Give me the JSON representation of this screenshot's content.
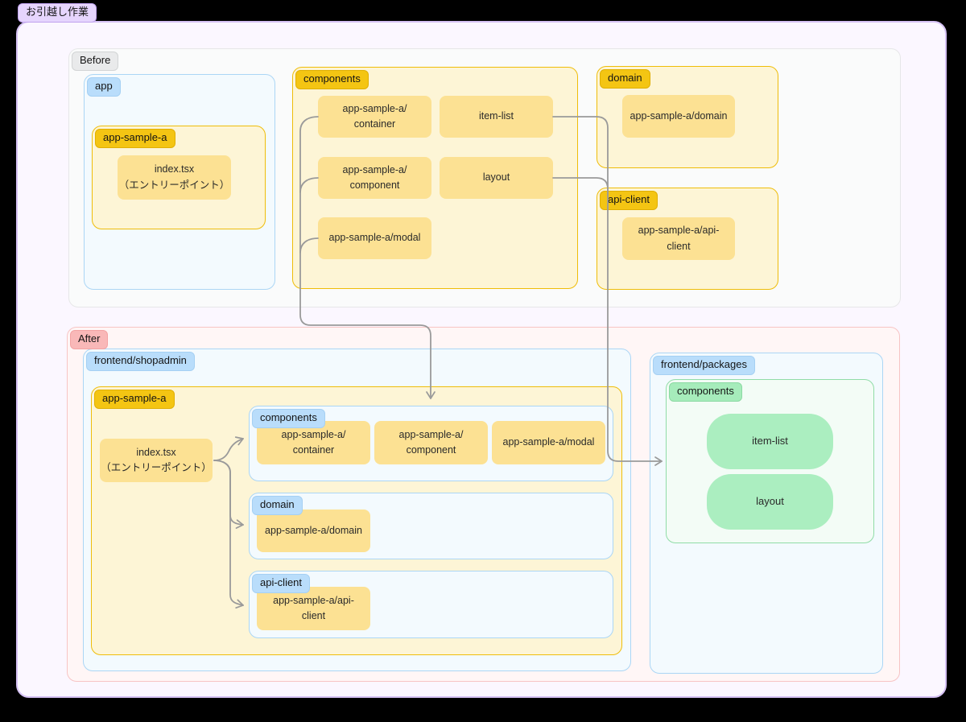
{
  "title": "お引越し作業",
  "colors": {
    "outer_border": "#d5c1f4",
    "outer_fill": "#fbf7ff",
    "purple_label": "#e6d5fd",
    "gray_border": "#e6e7e8",
    "gray_fill": "#fafbfb",
    "gray_label": "#e9eaeb",
    "blue_border": "#abd6f5",
    "blue_fill": "#f3fafe",
    "blue_label": "#b9ddfb",
    "gold_border": "#efbd09",
    "gold_fill": "#fdf5d6",
    "gold_label": "#f4c513",
    "yellow_node": "#fce193",
    "pink_border": "#f7c4c4",
    "pink_fill": "#fff6f6",
    "pink_label": "#f9b8b8",
    "green_border": "#90dca7",
    "green_fill": "#f3fcf6",
    "green_label": "#a6ecbb",
    "green_node": "#abeec0",
    "arrow": "#9a9a9a"
  },
  "before": {
    "label": "Before",
    "app": {
      "label": "app",
      "app_sample_a": {
        "label": "app-sample-a",
        "index_node": {
          "line1": "index.tsx",
          "line2": "（エントリーポイント）"
        }
      }
    },
    "components": {
      "label": "components",
      "container_node": {
        "line1": "app-sample-a/",
        "line2": "container"
      },
      "item_list_node": "item-list",
      "component_node": {
        "line1": "app-sample-a/",
        "line2": "component"
      },
      "layout_node": "layout",
      "modal_node": "app-sample-a/modal"
    },
    "domain": {
      "label": "domain",
      "node": "app-sample-a/domain"
    },
    "api_client": {
      "label": "api-client",
      "node": {
        "line1": "app-sample-a/api-",
        "line2": "client"
      }
    }
  },
  "after": {
    "label": "After",
    "shopadmin": {
      "label": "frontend/shopadmin",
      "app_sample_a": {
        "label": "app-sample-a",
        "index_node": {
          "line1": "index.tsx",
          "line2": "（エントリーポイント）"
        },
        "components": {
          "label": "components",
          "container_node": {
            "line1": "app-sample-a/",
            "line2": "container"
          },
          "component_node": {
            "line1": "app-sample-a/",
            "line2": "component"
          },
          "modal_node": "app-sample-a/modal"
        },
        "domain": {
          "label": "domain",
          "node": "app-sample-a/domain"
        },
        "api_client": {
          "label": "api-client",
          "node": {
            "line1": "app-sample-a/api-",
            "line2": "client"
          }
        }
      }
    },
    "packages": {
      "label": "frontend/packages",
      "components": {
        "label": "components",
        "item_list_node": "item-list",
        "layout_node": "layout"
      }
    }
  },
  "edges": [
    {
      "from": "before.components.app-sample-a/container",
      "to": "after.shopadmin.app-sample-a.components"
    },
    {
      "from": "before.components.app-sample-a/component",
      "to": "after.shopadmin.app-sample-a.components"
    },
    {
      "from": "before.components.app-sample-a/modal",
      "to": "after.shopadmin.app-sample-a.components"
    },
    {
      "from": "before.components.item-list",
      "to": "after.packages.components"
    },
    {
      "from": "before.components.layout",
      "to": "after.packages.components"
    },
    {
      "from": "after.shopadmin.app-sample-a.index.tsx",
      "to": "after.shopadmin.app-sample-a.components"
    },
    {
      "from": "after.shopadmin.app-sample-a.index.tsx",
      "to": "after.shopadmin.app-sample-a.domain"
    },
    {
      "from": "after.shopadmin.app-sample-a.index.tsx",
      "to": "after.shopadmin.app-sample-a.api-client"
    }
  ]
}
